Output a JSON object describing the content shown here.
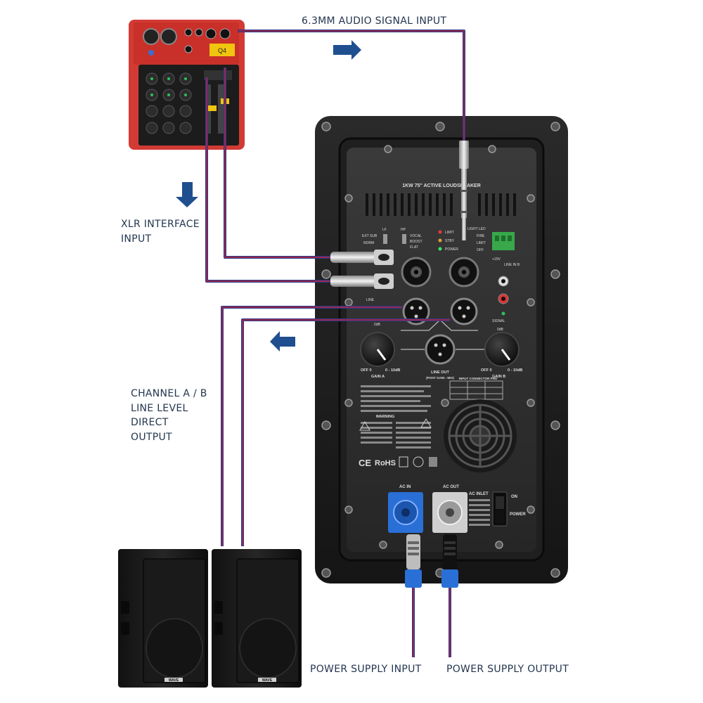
{
  "labels": {
    "signal_input": "6.3MM AUDIO SIGNAL INPUT",
    "xlr_line1": "XLR INTERFACE",
    "xlr_line2": "INPUT",
    "chan_line1": "CHANNEL A / B",
    "chan_line2": "LINE LEVEL",
    "chan_line3": "DIRECT",
    "chan_line4": "OUTPUT",
    "power_in": "POWER SUPPLY INPUT",
    "power_out": "POWER SUPPLY OUTPUT"
  },
  "panel": {
    "model": "1KW 75\" ACTIVE LOUDSPEAKER",
    "ext_sub": "EXT SUB",
    "norm": "NORM",
    "hp": "HP",
    "lf": "LF",
    "vocal": "VOCAL",
    "boost": "BOOST",
    "flat": "FLAT",
    "limit": "LIMIT",
    "stby": "STBY",
    "power_led": "POWER",
    "light_led": "LIGHT LED",
    "fire": "FIRE",
    "limit2": "LIMIT",
    "off": "OFF",
    "line_in_b": "LINE IN B",
    "v15": "+15V",
    "line": "LINE",
    "signal": "SIGNAL",
    "odb": "0dB",
    "gain_a": "GAIN A",
    "gain_b": "GAIN B",
    "off_a": "OFF 0",
    "max_a": "0 - 10dB",
    "off_b": "OFF 0",
    "max_b": "0 - 10dB",
    "line_out": "LINE OUT",
    "line_out_sub": "(POST GAIN - MIX)",
    "input_connector": "INPUT CONNECTOR PNG",
    "warning": "WARNING",
    "rohs": "RoHS",
    "ce": "CE",
    "ac_in": "AC IN",
    "ac_out": "AC OUT",
    "ac_inlet": "AC INLET",
    "on": "ON",
    "power": "POWER"
  },
  "mixer": {
    "badge": "Q4"
  },
  "speakers": {
    "brand": "WAVE"
  },
  "colors": {
    "cable_red": "#b8233a",
    "cable_blue": "#2b3a8c",
    "arrow": "#1f4f8f",
    "label": "#23364f"
  }
}
